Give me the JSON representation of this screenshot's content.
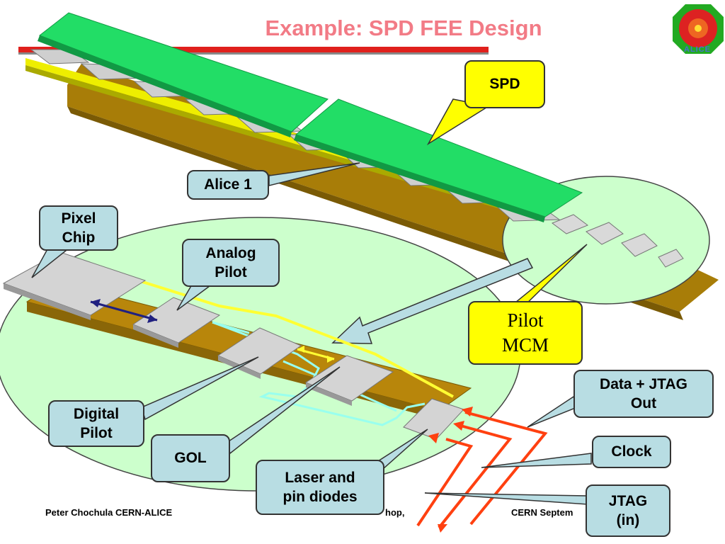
{
  "title": "Example: SPD FEE Design",
  "labels": {
    "spd": "SPD",
    "alice1": "Alice 1",
    "pixel_chip": "Pixel\nChip",
    "analog_pilot": "Analog\nPilot",
    "pilot_mcm": "Pilot\nMCM",
    "data_jtag_out": "Data + JTAG\nOut",
    "clock": "Clock",
    "jtag_in": "JTAG\n(in)",
    "digital_pilot": "Digital\nPilot",
    "gol": "GOL",
    "laser_pin": "Laser and\npin diodes"
  },
  "footer": {
    "author": "Peter Chochula CERN-ALICE",
    "middle": "hop,",
    "right": "CERN  Septem"
  },
  "logo": {
    "text": "ALICE"
  },
  "colors": {
    "title": "#f27b86",
    "green_board": "#22dd66",
    "gold": "#b8860b",
    "ellipse": "#ccffcc",
    "callout_blue": "#b8dde3",
    "callout_yellow": "#ffff00",
    "signal_red": "#ff4010",
    "trace_yellow": "#ffff33",
    "trace_cyan": "#99ffee"
  }
}
